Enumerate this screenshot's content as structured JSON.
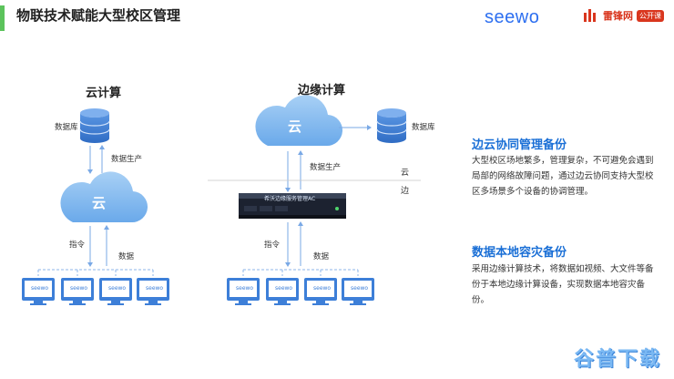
{
  "header": {
    "title": "物联技术赋能大型校区管理"
  },
  "logos": {
    "seewo": "seewo",
    "leiphone": "雷锋网",
    "leiphone_badge": "公开课"
  },
  "left": {
    "heading": "云计算",
    "db_label": "数据库",
    "produce_label": "数据生产",
    "cloud_label": "云",
    "cmd_label": "指令",
    "data_label": "数据",
    "devices": [
      "seewo",
      "seewo",
      "seewo",
      "seewo"
    ]
  },
  "right": {
    "heading": "边缘计算",
    "db_label": "数据库",
    "produce_label": "数据生产",
    "cloud_label": "云",
    "tier_cloud": "云",
    "tier_edge": "边",
    "server_label": "希沃边缘服务管理AC",
    "cmd_label": "指令",
    "data_label": "数据",
    "devices": [
      "seewo",
      "seewo",
      "seewo",
      "seewo"
    ]
  },
  "side": {
    "h1": "边云协同管理备份",
    "p1": "大型校区场地繁多，管理复杂，不可避免会遇到局部的网络故障问题，通过边云协同支持大型校区多场景多个设备的协调管理。",
    "h2": "数据本地容灾备份",
    "p2": "采用边缘计算技术，将数据如视频、大文件等备份于本地边缘计算设备，实现数据本地容灾备份。"
  },
  "watermark": "谷普下载",
  "colors": {
    "cloud": "#7fb8ee",
    "db": "#4a86d8",
    "accent": "#5cc35c",
    "brand": "#2d6ff0"
  }
}
